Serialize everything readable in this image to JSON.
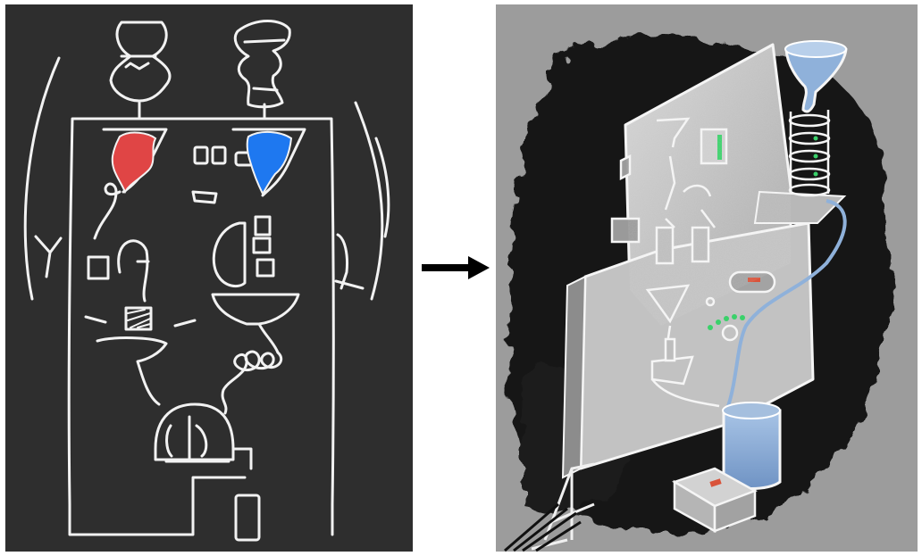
{
  "figure": {
    "panels": [
      {
        "id": "sketch",
        "style": "white chalk line sketch on dark background",
        "colors": {
          "background": "#2e2e2e",
          "stroke": "#f2f2f2",
          "left_fill": "#e04545",
          "right_fill": "#1e78f0"
        }
      },
      {
        "id": "render",
        "style": "shaded chalk-style rendering of a vertical machine board",
        "colors": {
          "background": "#9c9c9c",
          "board": "#c9c9c9",
          "liquid": "#8fb1da",
          "indicator": "#3ad16a",
          "accent": "#d9533a"
        }
      }
    ],
    "connector": {
      "icon": "arrow-right-icon",
      "color": "#000000"
    }
  }
}
